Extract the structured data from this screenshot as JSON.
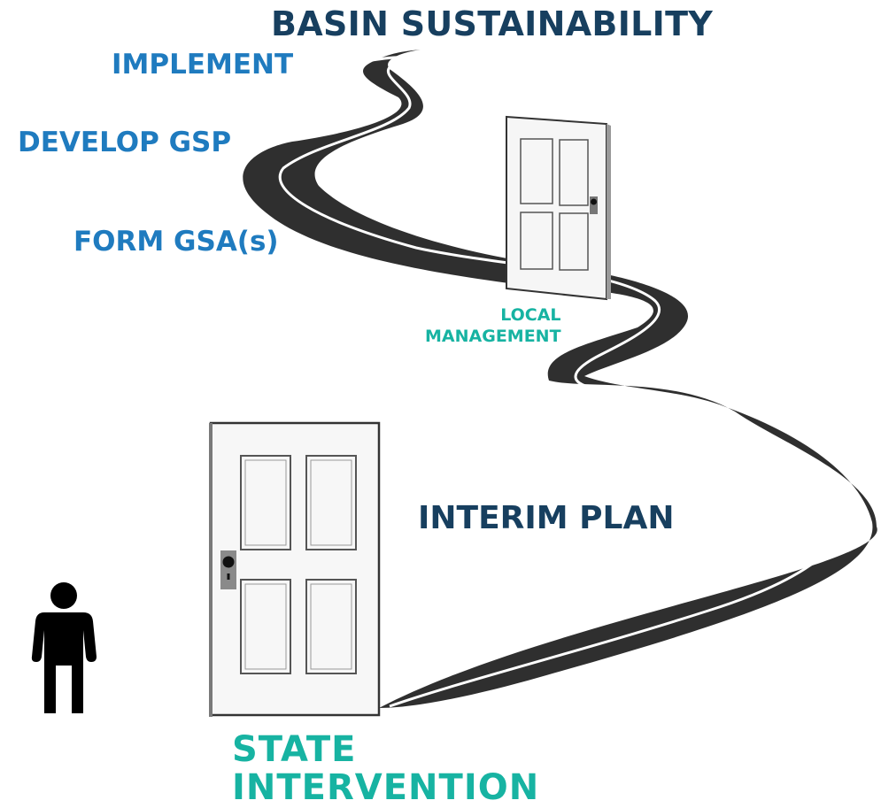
{
  "diagram": {
    "goal": "BASIN SUSTAINABILITY",
    "steps": [
      "IMPLEMENT",
      "DEVELOP GSP",
      "FORM GSA(s)"
    ],
    "interim": "INTERIM PLAN",
    "local_door": {
      "line1": "LOCAL",
      "line2": "MANAGEMENT"
    },
    "state_door": {
      "line1": "STATE",
      "line2": "INTERVENTION"
    }
  },
  "icons": [
    "winding-road-icon",
    "door-icon",
    "person-icon"
  ],
  "colors": {
    "navy": "#173f5f",
    "blue": "#1f7bbf",
    "teal": "#17b3a2",
    "road": "#2f2f2f"
  }
}
